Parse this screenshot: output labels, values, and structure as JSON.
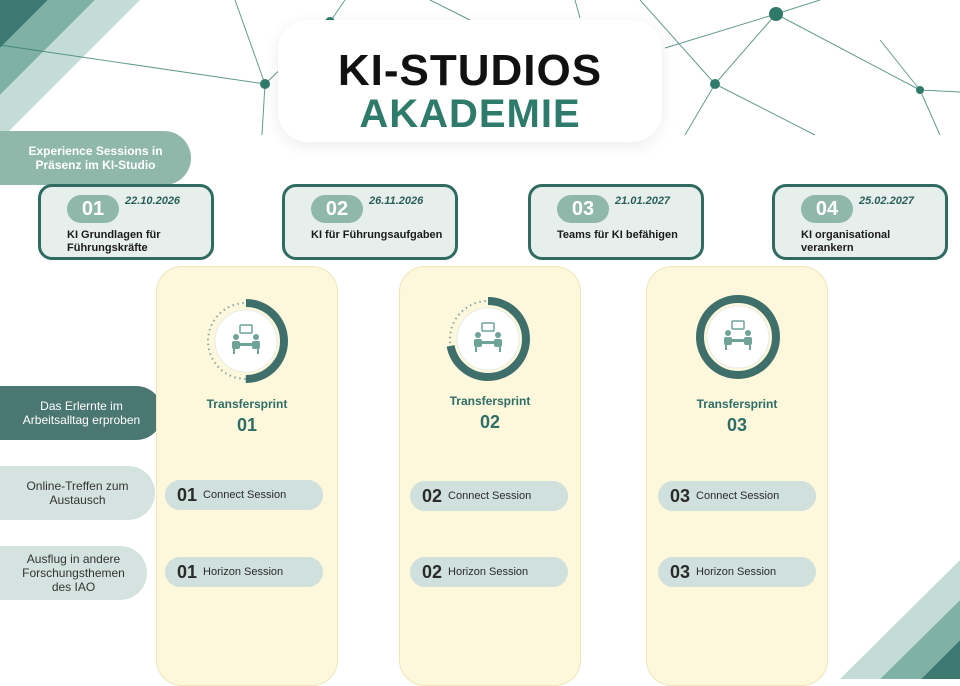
{
  "title": {
    "line1": "KI-STUDIOS",
    "line2": "AKADEMIE"
  },
  "colors": {
    "dark_teal": "#3e6f6a",
    "teal": "#2e7b6b",
    "light_teal": "#8fb8aa",
    "cream": "#fdf7dc",
    "pill": "#cfe0dd"
  },
  "left_labels": {
    "experience": "Experience Sessions in Präsenz im KI-Studio",
    "erlernte": "Das Erlernte im Arbeitsalltag erproben",
    "online": "Online-Treffen zum Austausch",
    "ausflug": "Ausflug in andere Forschungsthemen des IAO"
  },
  "sessions": [
    {
      "num": "01",
      "date": "22.10.2026",
      "title": "KI Grundlagen für Führungskräfte"
    },
    {
      "num": "02",
      "date": "26.11.2026",
      "title": "KI für Führungsaufgaben"
    },
    {
      "num": "03",
      "date": "21.01.2027",
      "title": "Teams für KI befähigen"
    },
    {
      "num": "04",
      "date": "25.02.2027",
      "title": "KI organisational verankern"
    }
  ],
  "sprints": [
    {
      "label": "Transfersprint",
      "num": "01",
      "progress": 0.5,
      "icon": "meeting-icon"
    },
    {
      "label": "Transfersprint",
      "num": "02",
      "progress": 0.72,
      "icon": "meeting-icon"
    },
    {
      "label": "Transfersprint",
      "num": "03",
      "progress": 1.0,
      "icon": "meeting-icon"
    }
  ],
  "connect": [
    {
      "num": "01",
      "label": "Connect Session"
    },
    {
      "num": "02",
      "label": "Connect Session"
    },
    {
      "num": "03",
      "label": "Connect Session"
    }
  ],
  "horizon": [
    {
      "num": "01",
      "label": "Horizon Session"
    },
    {
      "num": "02",
      "label": "Horizon Session"
    },
    {
      "num": "03",
      "label": "Horizon Session"
    }
  ]
}
